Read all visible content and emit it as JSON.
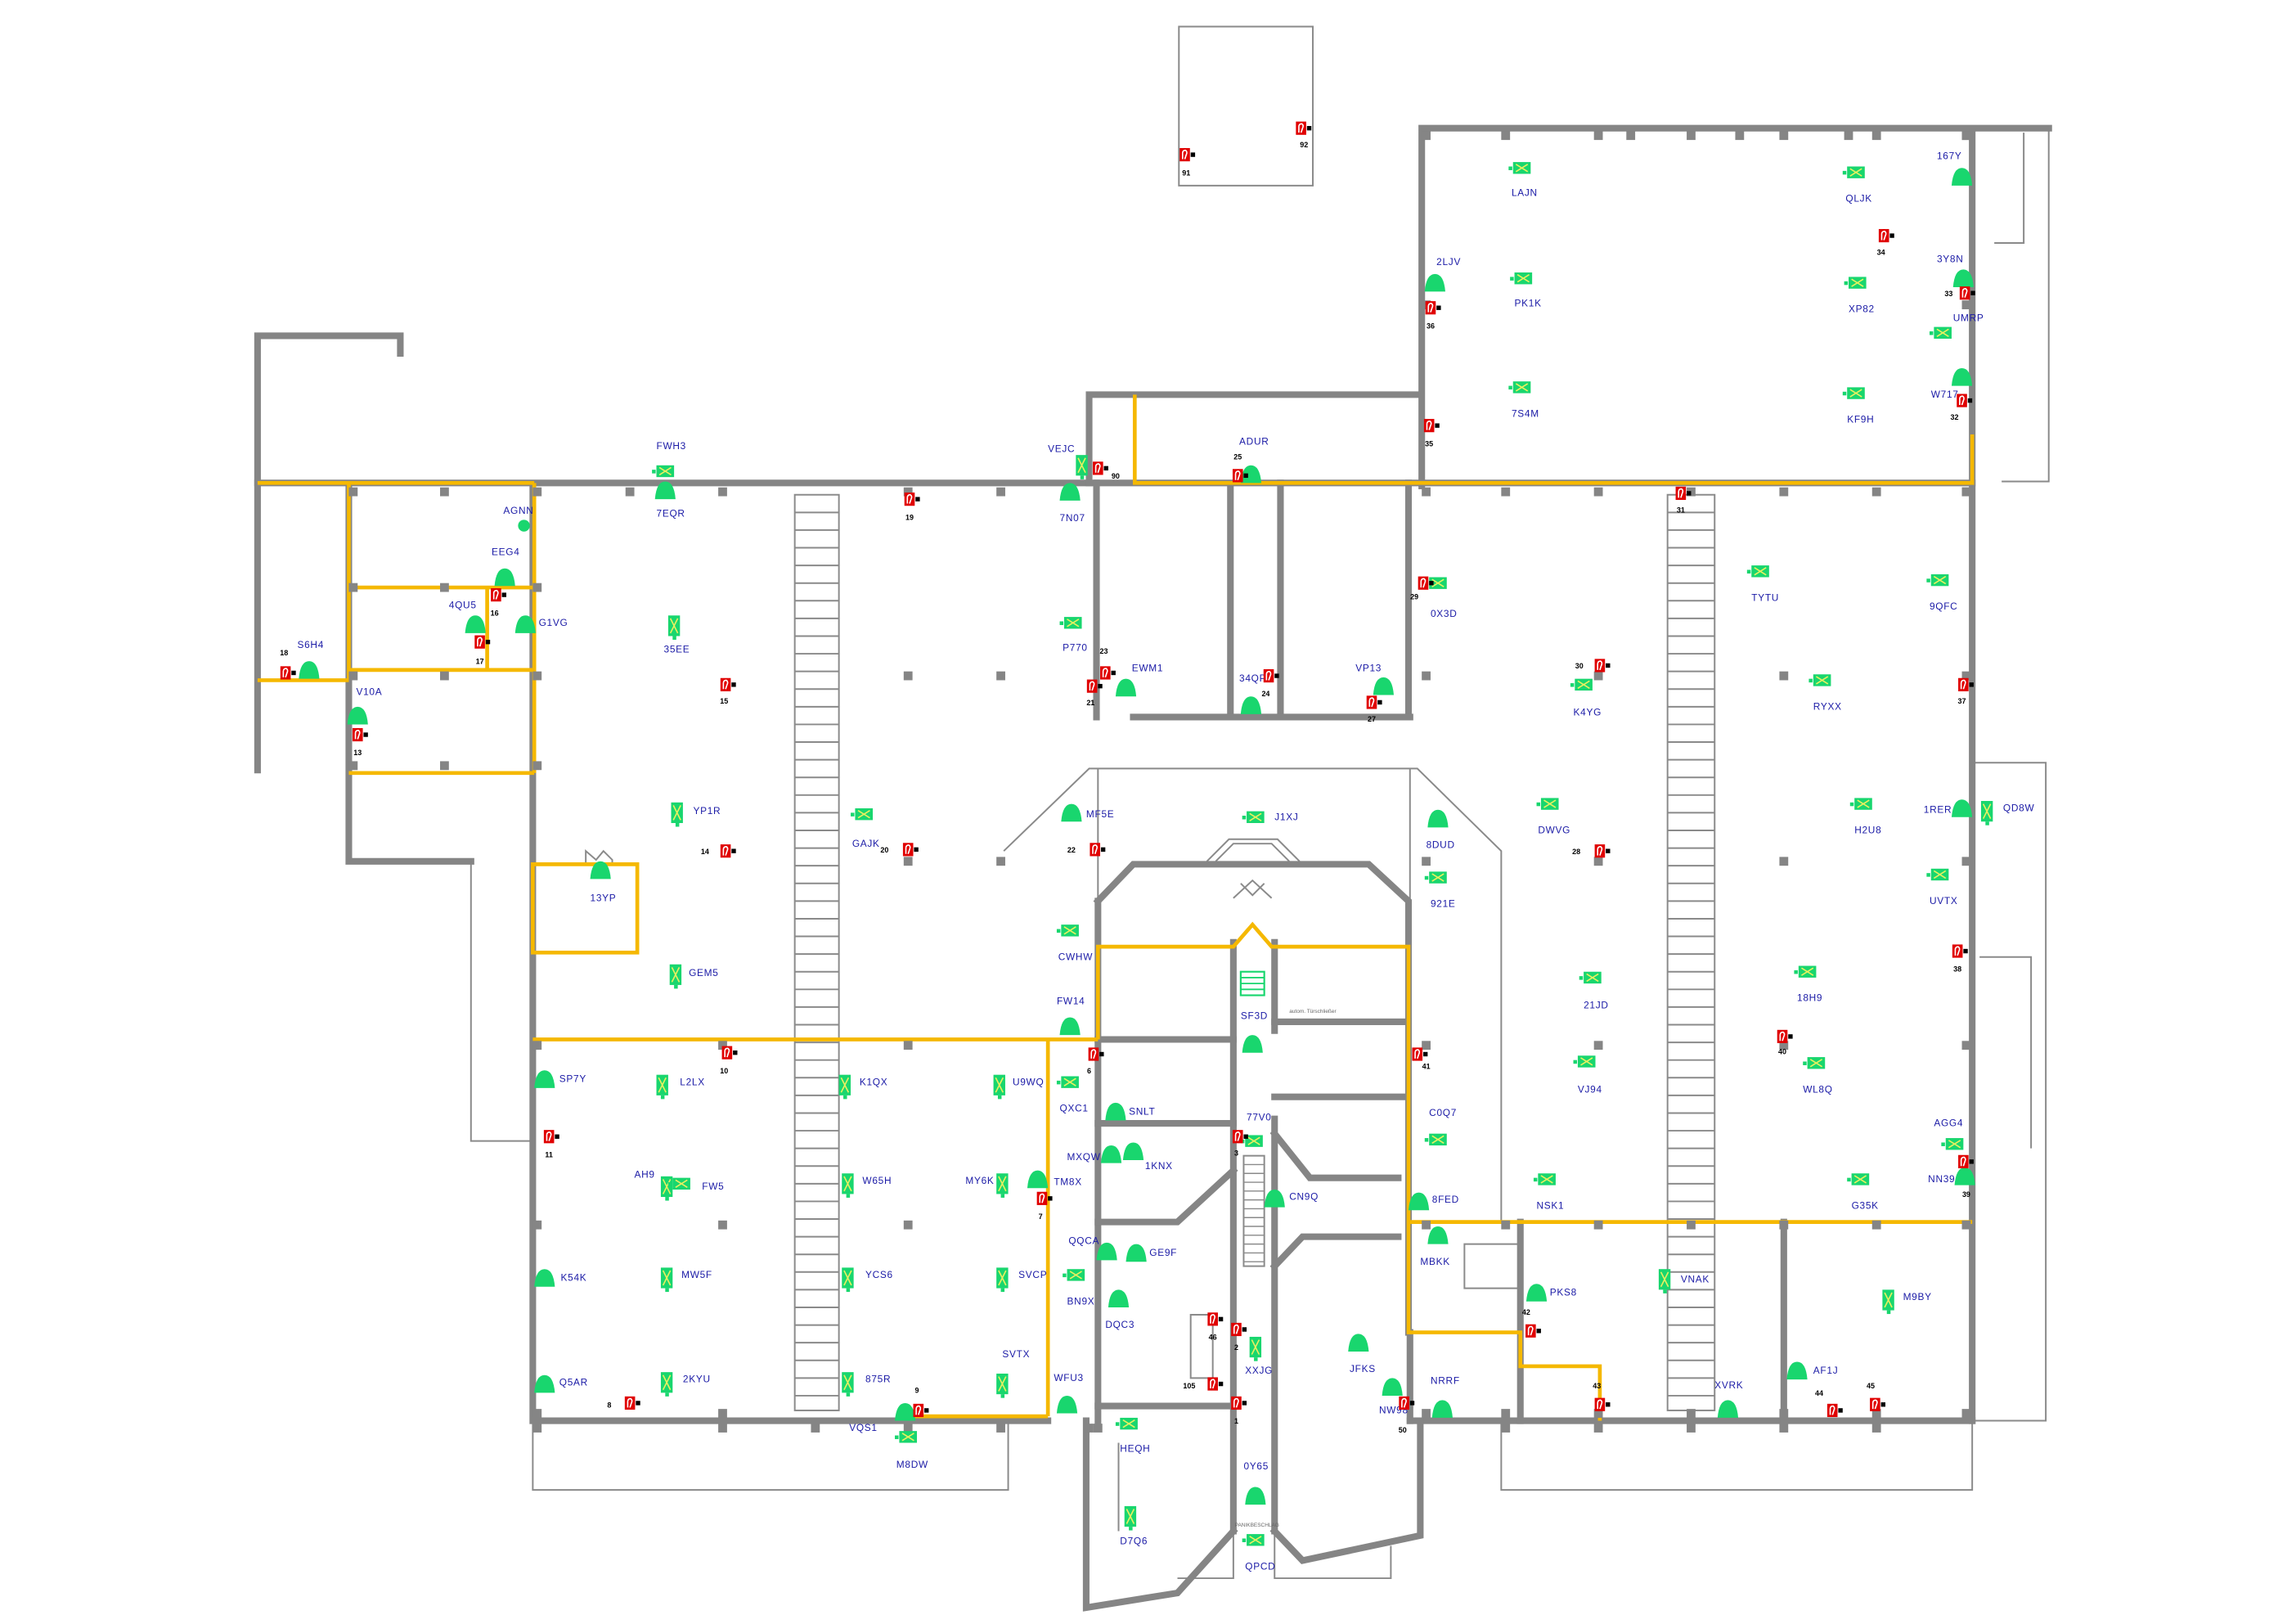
{
  "plan": {
    "luminaires": [
      "FWH3",
      "7EQR",
      "AGNN",
      "EEG4",
      "4QU5",
      "G1VG",
      "S6H4",
      "V10A",
      "35EE",
      "YP1R",
      "GAJK",
      "13YP",
      "GEM5",
      "SP7Y",
      "L2LX",
      "K1QX",
      "U9WQ",
      "AH9",
      "FW5",
      "W65H",
      "MY6K",
      "K54K",
      "MW5F",
      "YCS6",
      "SVCP",
      "SVTX",
      "Q5AR",
      "2KYU",
      "875R",
      "VQS1",
      "M8DW",
      "VEJC",
      "7N07",
      "ADUR",
      "P770",
      "EWM1",
      "34QP",
      "VP13",
      "0X3D",
      "MF5E",
      "J1XJ",
      "8DUD",
      "921E",
      "CWHW",
      "FW14",
      "SF3D",
      "QXC1",
      "SNLT",
      "77V0",
      "1KNX",
      "MXQW",
      "TM8X",
      "C0Q7",
      "CN9Q",
      "8FED",
      "QQCA",
      "GE9F",
      "BN9X",
      "MBKK",
      "DQC3",
      "XXJG",
      "JFKS",
      "WFU3",
      "NRRF",
      "NW98",
      "HEQH",
      "0Y65",
      "D7Q6",
      "QPCD",
      "LAJN",
      "QLJK",
      "167Y",
      "2LJV",
      "3Y8N",
      "PK1K",
      "XP82",
      "UMRP",
      "7S4M",
      "KF9H",
      "W717",
      "TYTU",
      "9QFC",
      "K4YG",
      "RYXX",
      "DWVG",
      "1RER",
      "QD8W",
      "H2U8",
      "UVTX",
      "21JD",
      "18H9",
      "VJ94",
      "WL8Q",
      "AGG4",
      "NN39",
      "NSK1",
      "G35K",
      "PKS8",
      "VNAK",
      "M9BY",
      "AF1J",
      "XVRK"
    ],
    "extinguishers": [
      "91",
      "92",
      "18",
      "13",
      "16",
      "17",
      "15",
      "14",
      "20",
      "19",
      "90",
      "25",
      "23",
      "21",
      "24",
      "27",
      "29",
      "36",
      "35",
      "34",
      "33",
      "32",
      "31",
      "30",
      "28",
      "37",
      "38",
      "40",
      "39",
      "22",
      "6",
      "7",
      "10",
      "11",
      "8",
      "9",
      "3",
      "41",
      "46",
      "2",
      "105",
      "1",
      "42",
      "43",
      "44",
      "45",
      "50"
    ],
    "notes": {
      "door_closer": "autom. Türschließer",
      "panic_hardware": "PANIKBESCHLAG"
    },
    "colors": {
      "wall": "#858585",
      "fire_compartment": "#f5b800",
      "luminaire": "#19d66e",
      "extinguisher": "#e00000",
      "label": "#1a1aa6"
    }
  }
}
